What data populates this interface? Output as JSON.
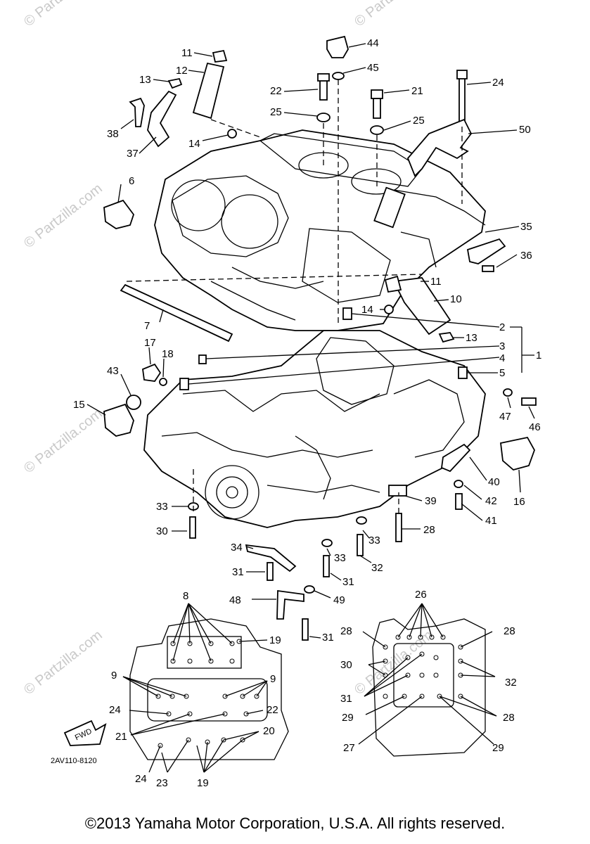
{
  "watermark": {
    "text": "© Partzilla.com"
  },
  "diagram_code": "2AV110-8120",
  "fwd_label": "FWD",
  "copyright": "©2013  Yamaha Motor Corporation, U.S.A. All rights reserved.",
  "callouts": {
    "c1": "1",
    "c2": "2",
    "c3": "3",
    "c4": "4",
    "c5": "5",
    "c6": "6",
    "c7": "7",
    "c8": "8",
    "c9a": "9",
    "c9b": "9",
    "c10": "10",
    "c11a": "11",
    "c11b": "11",
    "c12": "12",
    "c13a": "13",
    "c13b": "13",
    "c14a": "14",
    "c14b": "14",
    "c15": "15",
    "c16": "16",
    "c17": "17",
    "c18": "18",
    "c19a": "19",
    "c19b": "19",
    "c20": "20",
    "c21a": "21",
    "c21b": "21",
    "c22a": "22",
    "c22b": "22",
    "c23": "23",
    "c24a": "24",
    "c24b": "24",
    "c25a": "25",
    "c25b": "25",
    "c26": "26",
    "c27": "27",
    "c28a": "28",
    "c28b": "28",
    "c28c": "28",
    "c28d": "28",
    "c29a": "29",
    "c29b": "29",
    "c30a": "30",
    "c30b": "30",
    "c31a": "31",
    "c31b": "31",
    "c31c": "31",
    "c31d": "31",
    "c32a": "32",
    "c32b": "32",
    "c33a": "33",
    "c33b": "33",
    "c33c": "33",
    "c34": "34",
    "c35": "35",
    "c36": "36",
    "c37": "37",
    "c38": "38",
    "c39": "39",
    "c40": "40",
    "c41": "41",
    "c42": "42",
    "c43": "43",
    "c44": "44",
    "c45": "45",
    "c46": "46",
    "c47": "47",
    "c48": "48",
    "c49": "49",
    "c50": "50"
  }
}
